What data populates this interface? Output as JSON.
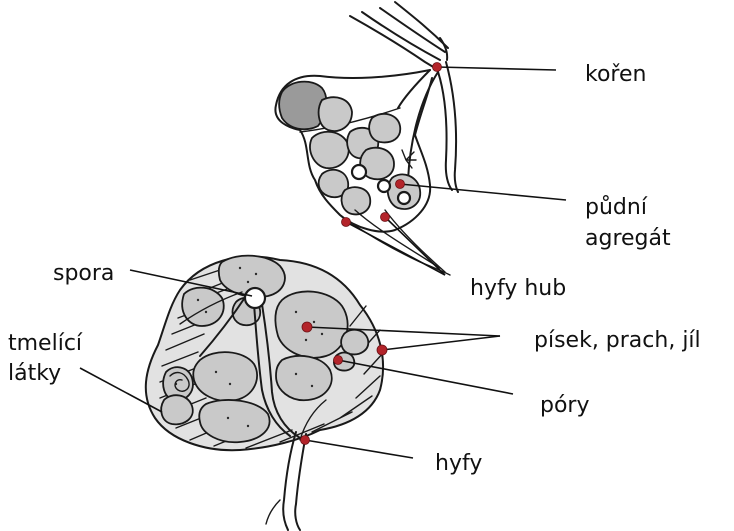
{
  "labels": {
    "koren": "kořen",
    "pudni_agregat_line1": "půdní",
    "pudni_agregat_line2": "agregát",
    "hyfy_hub": "hyfy hub",
    "spora": "spora",
    "pisek_prach_jil": "písek, prach, jíl",
    "tmelici_latky_line1": "tmelící",
    "tmelici_latky_line2": "látky",
    "pory": "póry",
    "hyfy": "hyfy"
  },
  "colors": {
    "marker_dot": "#b3242a",
    "ink": "#1a1a1a",
    "particle_fill": "#c9c9c9"
  }
}
